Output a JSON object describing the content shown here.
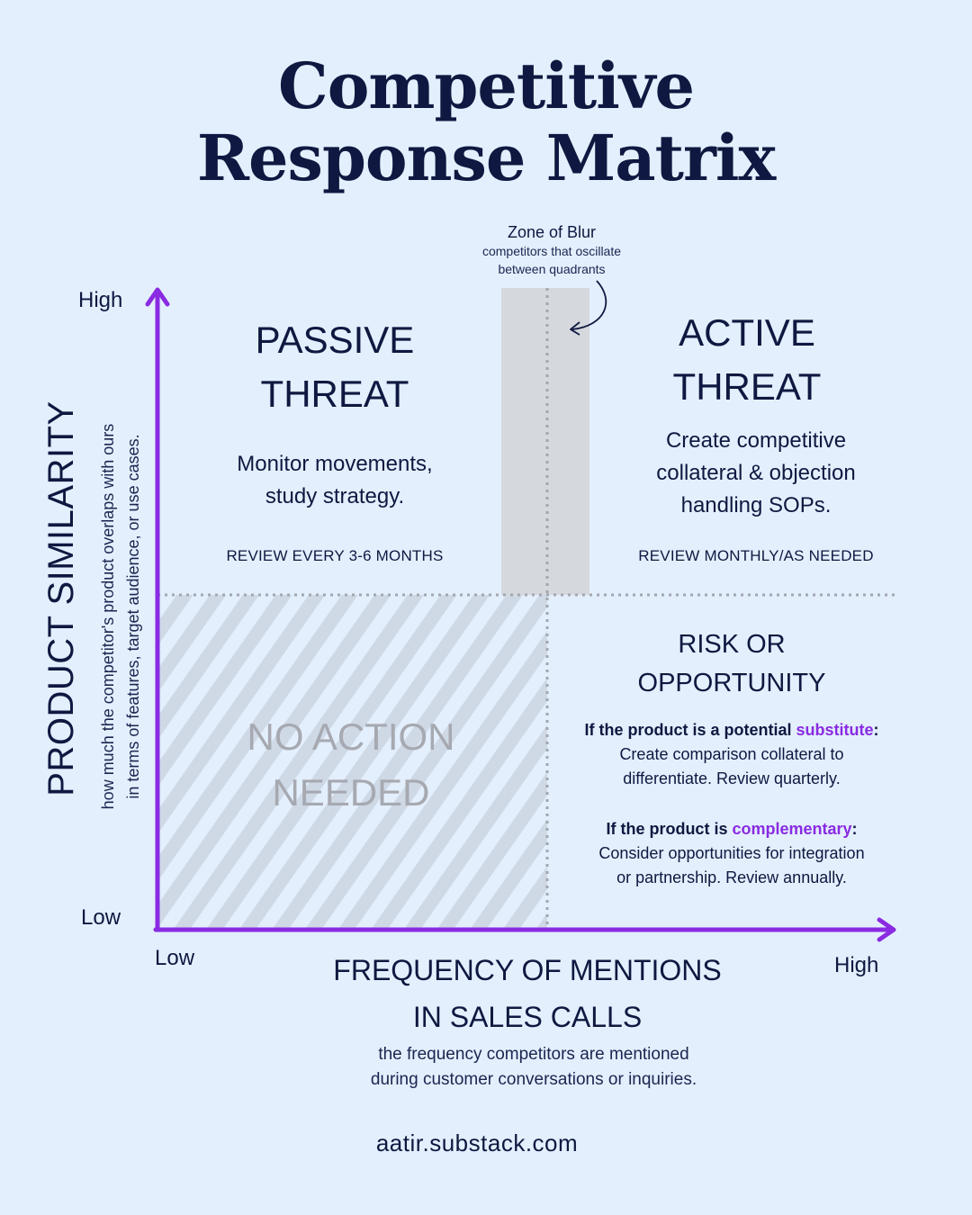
{
  "title": {
    "line1": "Competitive",
    "line2": "Response Matrix"
  },
  "zone_of_blur": {
    "title": "Zone of Blur",
    "subtitle_line1": "competitors that oscillate",
    "subtitle_line2": "between quadrants"
  },
  "y_axis": {
    "high": "High",
    "low": "Low",
    "label": "PRODUCT SIMILARITY",
    "description_line1": "how much the competitor's product overlaps with ours",
    "description_line2": "in terms of features, target audience, or use cases."
  },
  "x_axis": {
    "low": "Low",
    "high": "High",
    "label_line1": "FREQUENCY OF MENTIONS",
    "label_line2": "IN SALES CALLS",
    "description_line1": "the frequency competitors are mentioned",
    "description_line2": "during customer conversations or inquiries."
  },
  "quadrants": {
    "passive": {
      "title_line1": "PASSIVE",
      "title_line2": "THREAT",
      "body_line1": "Monitor movements,",
      "body_line2": "study strategy.",
      "review": "REVIEW EVERY 3-6 MONTHS"
    },
    "active": {
      "title_line1": "ACTIVE",
      "title_line2": "THREAT",
      "body_line1": "Create competitive",
      "body_line2": "collateral & objection",
      "body_line3": "handling SOPs.",
      "review": "REVIEW MONTHLY/AS NEEDED"
    },
    "risk": {
      "title_line1": "RISK OR",
      "title_line2": "OPPORTUNITY",
      "sub1_prefix": "If the product is a potential ",
      "sub1_keyword": "substitute",
      "sub1_colon": ":",
      "sub1_line1": "Create comparison collateral to",
      "sub1_line2": "differentiate. Review quarterly.",
      "sub2_prefix": "If the product is ",
      "sub2_keyword": "complementary",
      "sub2_colon": ":",
      "sub2_line1": "Consider opportunities for integration",
      "sub2_line2": "or partnership. Review annually."
    },
    "none": {
      "title_line1": "NO ACTION",
      "title_line2": "NEEDED"
    }
  },
  "footer": "aatir.substack.com",
  "colors": {
    "background": "#e3effd",
    "text": "#0f1840",
    "axis": "#8a2be2",
    "zone_band": "#d5d8dd",
    "hatch": "#c9d3df"
  }
}
